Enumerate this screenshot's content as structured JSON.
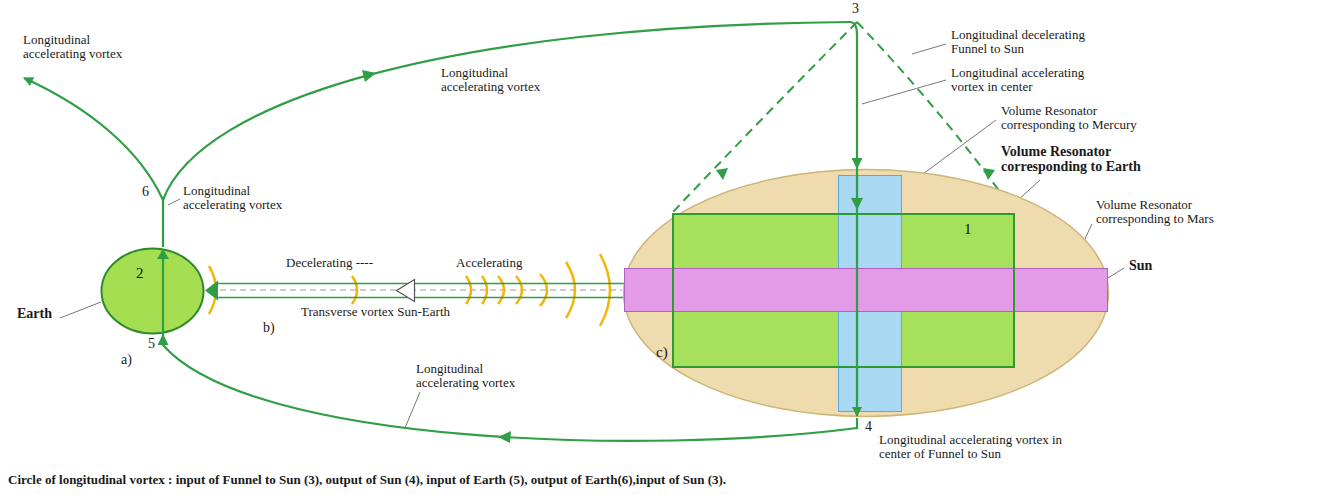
{
  "diagram": {
    "caption": "Circle of longitudinal vortex : input of Funnel to Sun (3), output of Sun (4), input of Earth (5), output of Earth(6),input of Sun (3).",
    "nodes": [
      {
        "text": [
          "2"
        ]
      },
      {
        "text": [
          "c)"
        ]
      },
      {
        "text": [
          "1"
        ],
        "in": 1
      }
    ],
    "edges": [
      {
        "from": 0,
        "to": 1,
        "arrow": "to"
      },
      {
        "from": 1,
        "to": 0,
        "arrow": "to"
      },
      {
        "from": 1,
        "to": 0,
        "arrow": "to"
      }
    ],
    "labels": [
      "Longitudinal accelerating vortex",
      "Longitudinal accelerating vortex",
      "3",
      "Longitudinal decelerating Funnel to Sun",
      "Longitudinal accelerating vortex in center",
      "Volume Resonator corresponding to Mercury",
      "Volume Resonator corresponding to Earth",
      "6",
      "Longitudinal accelerating vortex",
      "Volume Resonator corresponding to Mars",
      "Decelerating ----",
      "Accelerating",
      "Earth",
      "Transverse vortex Sun-Earth",
      "b)",
      "Sun",
      "a)",
      "5",
      "Longitudinal accelerating vortex",
      "4",
      "Longitudinal accelerating vortex in center of Funnel to Sun"
    ]
  }
}
